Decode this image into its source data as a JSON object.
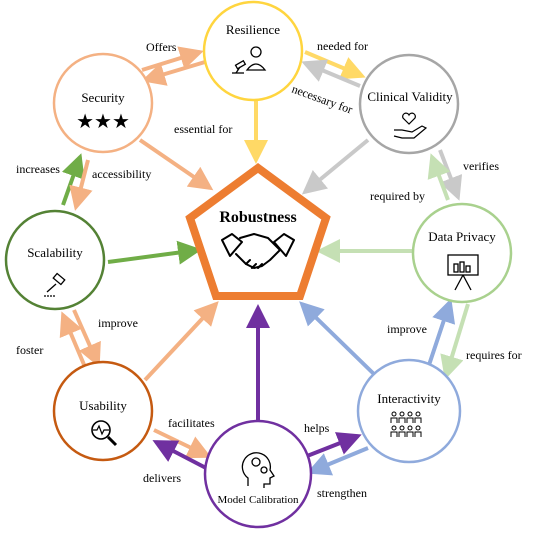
{
  "center": {
    "label": "Robustness",
    "color": "#ED7D31",
    "icon": "handshake-icon"
  },
  "nodes": {
    "resilience": {
      "label": "Resilience",
      "color": "#FFD53F",
      "icon": "judge-icon"
    },
    "security": {
      "label": "Security",
      "color": "#F4B183",
      "icon": "stars-icon",
      "stars": "★★★"
    },
    "clinical": {
      "label": "Clinical Validity",
      "color": "#A6A6A6",
      "icon": "hand-heart-icon"
    },
    "dataprivacy": {
      "label": "Data Privacy",
      "color": "#A9D18E",
      "icon": "presentation-chart-icon"
    },
    "scalability": {
      "label": "Scalability",
      "color": "#548235",
      "icon": "gavel-icon"
    },
    "usability": {
      "label": "Usability",
      "color": "#C55A11",
      "icon": "magnifier-pulse-icon"
    },
    "interactivity": {
      "label": "Interactivity",
      "color": "#8FAADC",
      "icon": "people-group-icon"
    },
    "calibration": {
      "label": "Model Calibration",
      "color": "#7030A0",
      "icon": "head-gears-icon"
    }
  },
  "edge_labels": {
    "offers": "Offers",
    "needed_for": "needed for",
    "necessary_for": "necessary for",
    "essential_for": "essential for",
    "increases": "increases",
    "accessibility": "accessibility",
    "verifies": "verifies",
    "required_by": "required by",
    "improve_right": "improve",
    "requires_for": "requires for",
    "improve_left": "improve",
    "foster": "foster",
    "facilitates": "facilitates",
    "helps": "helps",
    "delivers": "delivers",
    "strengthen": "strengthen"
  },
  "arrow_colors": {
    "resilience": "#FFD966",
    "security": "#F4B183",
    "clinical": "#C9C9C9",
    "dataprivacy": "#C5E0B4",
    "scalability": "#70AD47",
    "usability": "#F4B183",
    "interactivity": "#8FAADC",
    "calibration": "#7030A0"
  }
}
